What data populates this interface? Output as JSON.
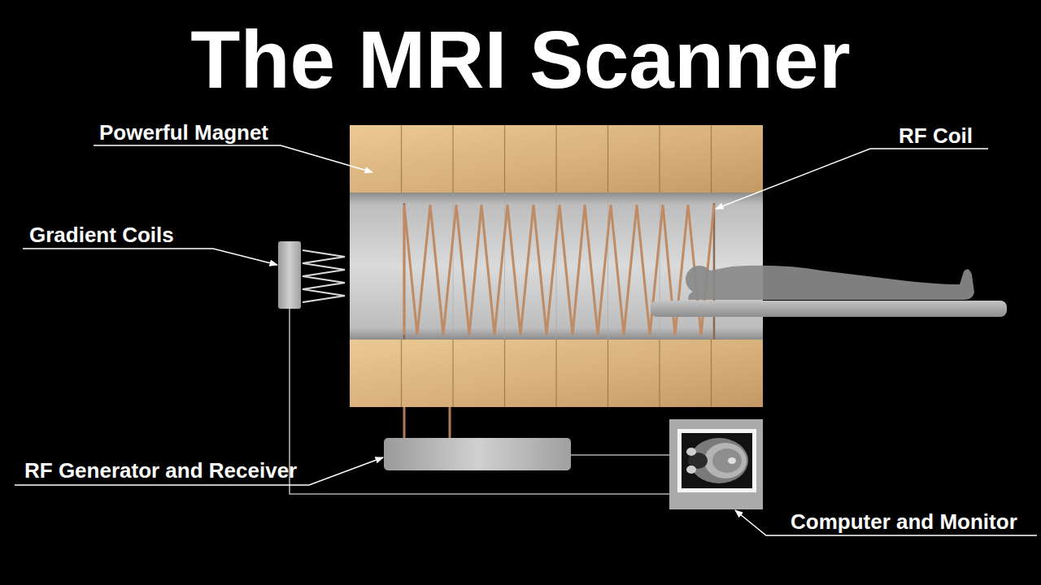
{
  "diagram": {
    "title": "The MRI Scanner",
    "labels": [
      "Powerful Magnet",
      "RF Coil",
      "Gradient Coils",
      "RF Generator and Receiver",
      "Computer and Monitor"
    ]
  }
}
